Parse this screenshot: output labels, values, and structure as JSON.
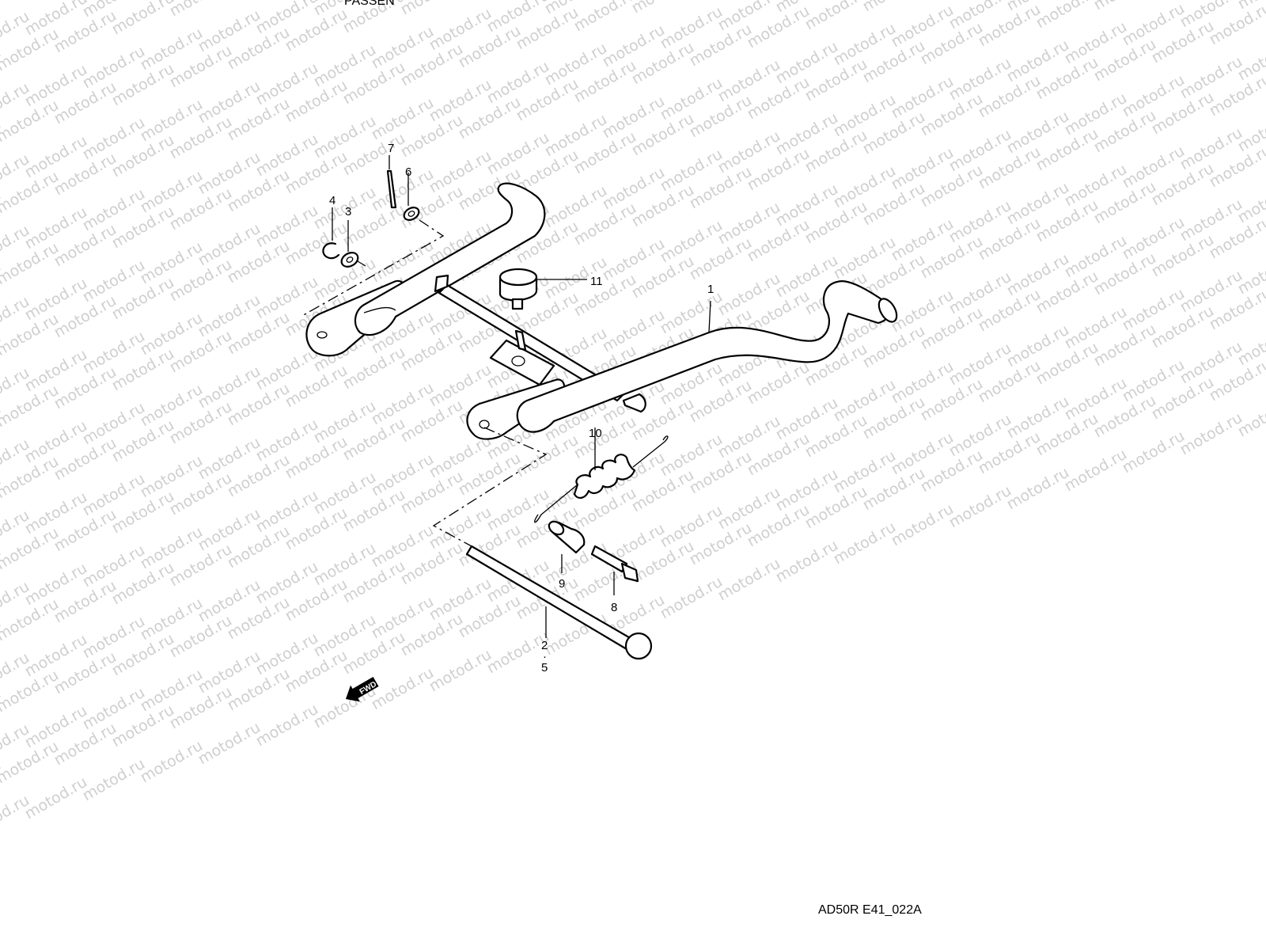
{
  "watermark": {
    "text": "motod.ru"
  },
  "header_fragment": "PASSEN",
  "diagram_code": "AD50R E41_022A",
  "fwd_label": "FWD",
  "callouts": [
    "1",
    "2",
    "5",
    "3",
    "4",
    "6",
    "7",
    "8",
    "9",
    "10",
    "11"
  ],
  "colors": {
    "line": "#000000",
    "watermark": "#cfcfcf",
    "background": "#ffffff"
  }
}
